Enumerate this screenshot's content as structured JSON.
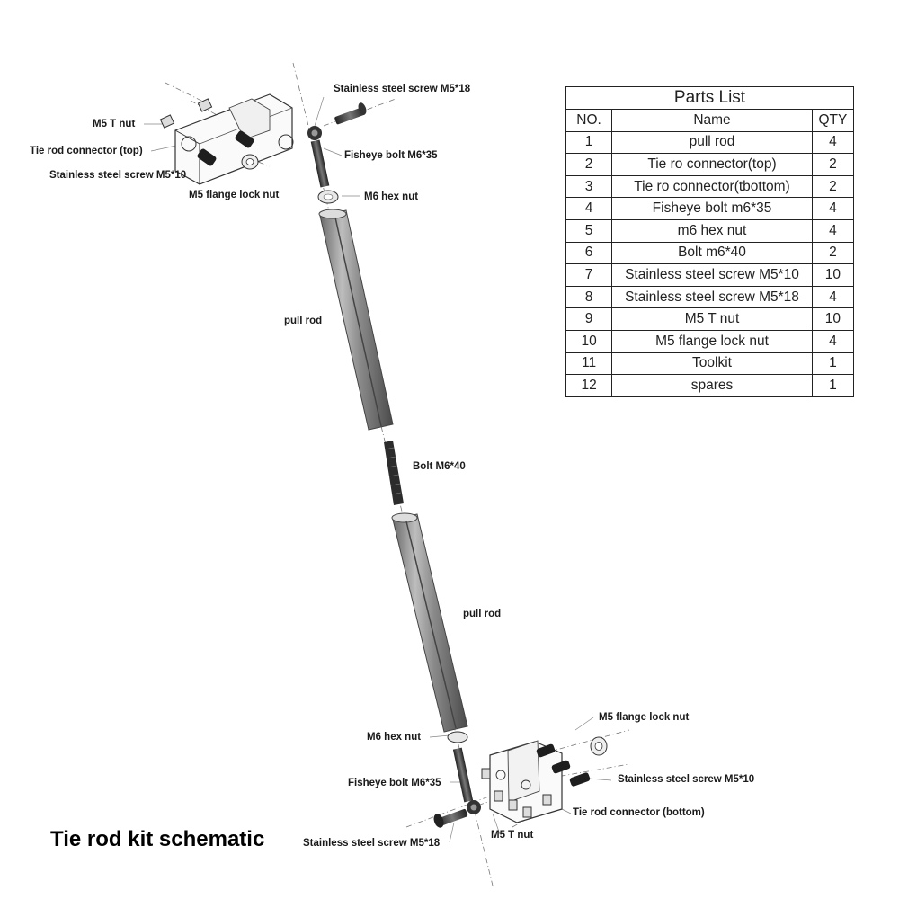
{
  "diagram": {
    "title": "Tie rod kit schematic",
    "labels": {
      "top_screw_m5x18": "Stainless steel screw M5*18",
      "top_t_nut": "M5 T nut",
      "top_connector": "Tie rod connector (top)",
      "top_screw_m5x10": "Stainless steel screw M5*10",
      "top_flange_nut": "M5 flange lock nut",
      "top_fisheye": "Fisheye bolt M6*35",
      "top_hex_nut": "M6 hex nut",
      "pull_rod_upper": "pull rod",
      "bolt_m6x40": "Bolt M6*40",
      "pull_rod_lower": "pull rod",
      "bottom_flange_nut": "M5 flange lock nut",
      "bottom_hex_nut": "M6 hex nut",
      "bottom_screw_m5x10": "Stainless steel screw M5*10",
      "bottom_fisheye": "Fisheye bolt M6*35",
      "bottom_connector": "Tie rod connector (bottom)",
      "bottom_screw_m5x18": "Stainless steel screw M5*18",
      "bottom_t_nut": "M5 T nut"
    }
  },
  "parts_list": {
    "caption": "Parts List",
    "headers": [
      "NO.",
      "Name",
      "QTY"
    ],
    "rows": [
      [
        "1",
        "pull rod",
        "4"
      ],
      [
        "2",
        "Tie ro connector(top)",
        "2"
      ],
      [
        "3",
        "Tie ro connector(tbottom)",
        "2"
      ],
      [
        "4",
        "Fisheye bolt m6*35",
        "4"
      ],
      [
        "5",
        "m6 hex nut",
        "4"
      ],
      [
        "6",
        "Bolt m6*40",
        "2"
      ],
      [
        "7",
        "Stainless steel screw M5*10",
        "10"
      ],
      [
        "8",
        "Stainless steel screw M5*18",
        "4"
      ],
      [
        "9",
        "M5 T nut",
        "10"
      ],
      [
        "10",
        "M5 flange lock nut",
        "4"
      ],
      [
        "11",
        "Toolkit",
        "1"
      ],
      [
        "12",
        "spares",
        "1"
      ]
    ]
  }
}
